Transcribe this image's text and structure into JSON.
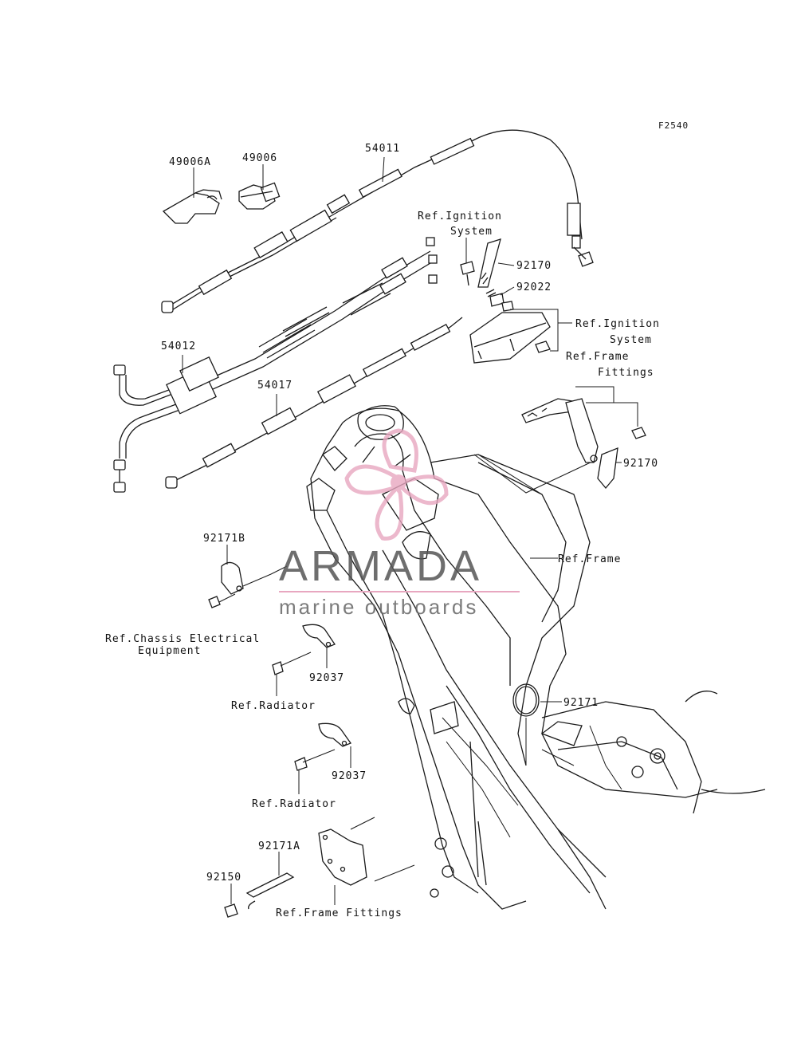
{
  "figure_code": "F2540",
  "watermark": {
    "brand": "ARMADA",
    "tagline": "marine outboards",
    "accent": "#e8a7c0",
    "text_color": "#555555"
  },
  "labels": {
    "p54011": "54011",
    "p49006a": "49006A",
    "p49006": "49006",
    "ref_ignition_1a": "Ref.Ignition",
    "ref_ignition_1b": "System",
    "p92170_top": "92170",
    "p92022": "92022",
    "ref_ignition_2a": "Ref.Ignition",
    "ref_ignition_2b": "System",
    "ref_frame_fittings_1a": "Ref.Frame",
    "ref_frame_fittings_1b": "Fittings",
    "p54012": "54012",
    "p54017": "54017",
    "p92170_mid": "92170",
    "p92171b": "92171B",
    "ref_frame": "Ref.Frame",
    "ref_chassis_a": "Ref.Chassis Electrical",
    "ref_chassis_b": "Equipment",
    "p92037_a": "92037",
    "ref_radiator_a": "Ref.Radiator",
    "p92171": "92171",
    "p92037_b": "92037",
    "ref_radiator_b": "Ref.Radiator",
    "p92171a": "92171A",
    "p92150": "92150",
    "ref_frame_fittings_2": "Ref.Frame Fittings"
  }
}
